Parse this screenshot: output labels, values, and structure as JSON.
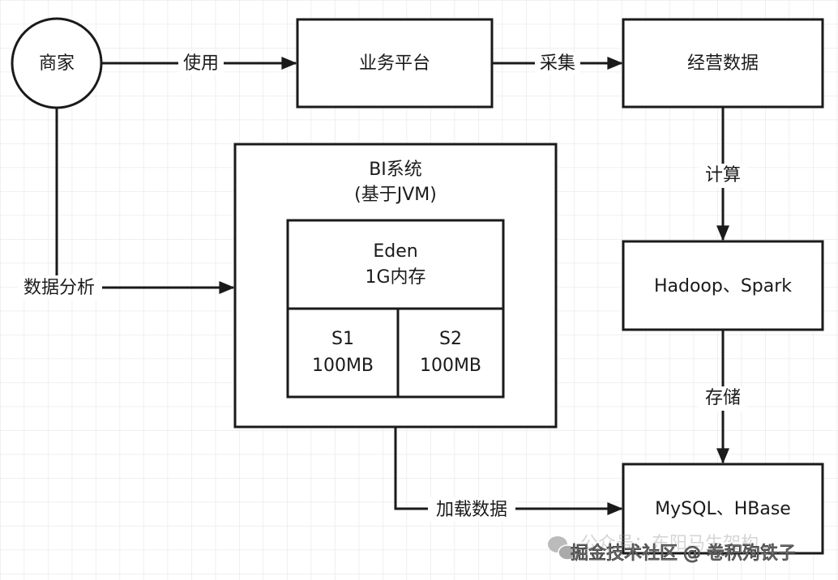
{
  "nodes": {
    "merchant": "商家",
    "business_platform": "业务平台",
    "operating_data": "经营数据",
    "bi_title": "BI系统",
    "bi_subtitle": "(基于JVM)",
    "eden_title": "Eden",
    "eden_size": "1G内存",
    "s1_title": "S1",
    "s1_size": "100MB",
    "s2_title": "S2",
    "s2_size": "100MB",
    "compute_engine": "Hadoop、Spark",
    "storage": "MySQL、HBase"
  },
  "edges": {
    "use": "使用",
    "collect": "采集",
    "compute": "计算",
    "store": "存储",
    "analyze": "数据分析",
    "load": "加载数据"
  },
  "watermark": {
    "line1": "公众号：东阳马生架构",
    "line2": "掘金技术社区 @ 卷积殉铁子",
    "icon": "wechat-icon"
  },
  "colors": {
    "stroke": "#1a1a1a",
    "grid": "#ebebeb"
  }
}
